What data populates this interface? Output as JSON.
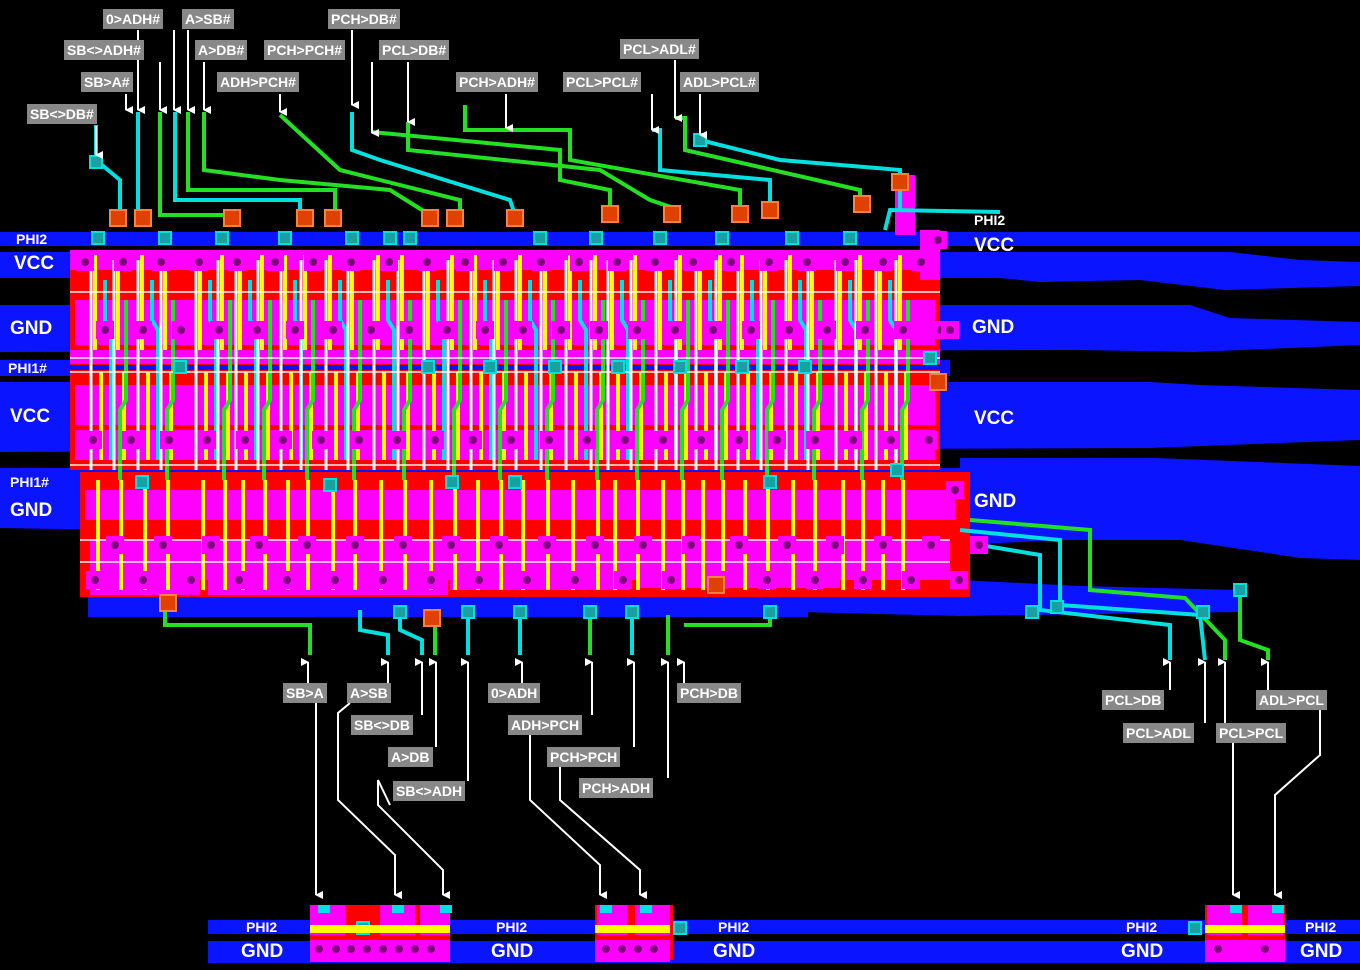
{
  "colors": {
    "background": "#000000",
    "metal": "#0a14ff",
    "poly": "#23e023",
    "diffusion": "#ff0000",
    "diffusion_overlap": "#ff00ff",
    "gate": "#ffff00",
    "via": "#00e0e0",
    "buried": "#ffffff",
    "label_bg": "#888888",
    "label_text": "#ffffff"
  },
  "rail_labels": {
    "phi2_top": "PHI2",
    "vcc_1": "VCC",
    "gnd_1": "GND",
    "phi1n_1": "PHI1#",
    "vcc_2": "VCC",
    "phi1n_2": "PHI1#",
    "gnd_2": "GND",
    "right_phi2": "PHI2",
    "right_vcc_1": "VCC",
    "right_gnd_1": "GND",
    "right_vcc_2": "VCC",
    "right_gnd_2": "GND",
    "bottom_phi2_1": "PHI2",
    "bottom_gnd_1": "GND",
    "bottom_phi2_2": "PHI2",
    "bottom_gnd_2": "GND",
    "bottom_phi2_3": "PHI2",
    "bottom_gnd_3": "GND",
    "bottom_phi2_4": "PHI2",
    "bottom_gnd_4": "GND",
    "bottom_phi2_5": "PHI2",
    "bottom_gnd_5": "GND"
  },
  "top_signals": {
    "zero_adh_n": "0>ADH#",
    "a_sb_n": "A>SB#",
    "pch_db_n": "PCH>DB#",
    "sb_adh_n": "SB<>ADH#",
    "a_db_n": "A>DB#",
    "pch_pch_n": "PCH>PCH#",
    "pcl_db_n": "PCL>DB#",
    "pcl_adl_n": "PCL>ADL#",
    "sb_a_n": "SB>A#",
    "adh_pch_n": "ADH>PCH#",
    "pch_adh_n": "PCH>ADH#",
    "pcl_pcl_n": "PCL>PCL#",
    "adl_pcl_n": "ADL>PCL#",
    "sb_db_n": "SB<>DB#"
  },
  "bottom_signals": {
    "sb_a": "SB>A",
    "a_sb": "A>SB",
    "zero_adh": "0>ADH",
    "pch_db": "PCH>DB",
    "sb_db": "SB<>DB",
    "adh_pch": "ADH>PCH",
    "a_db": "A>DB",
    "pch_pch": "PCH>PCH",
    "pch_adh": "PCH>ADH",
    "sb_adh": "SB<>ADH",
    "pcl_db": "PCL>DB",
    "adl_pcl": "ADL>PCL",
    "pcl_adl": "PCL>ADL",
    "pcl_pcl": "PCL>PCL"
  }
}
